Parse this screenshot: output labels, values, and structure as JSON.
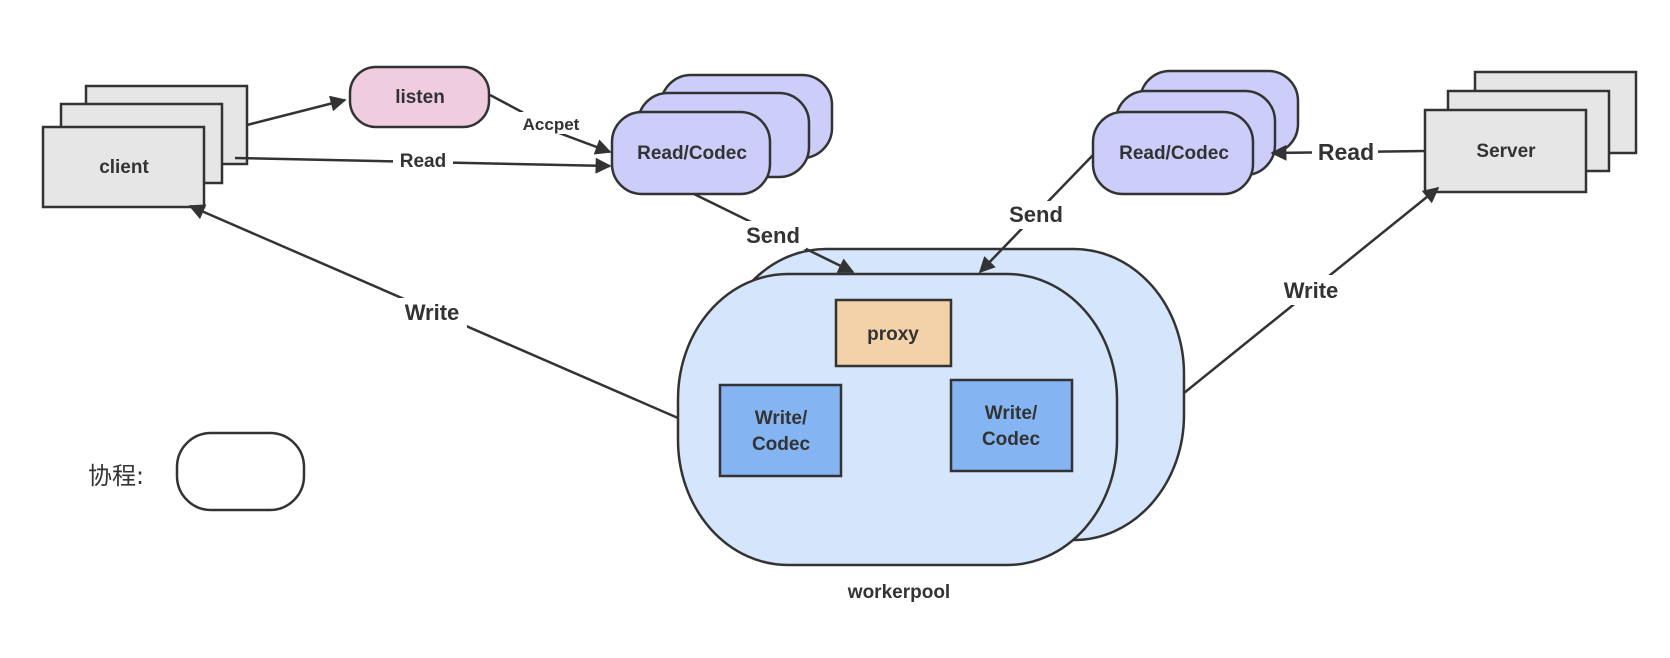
{
  "nodes": {
    "client": "client",
    "listen": "listen",
    "read_codec_left": "Read/Codec",
    "read_codec_right": "Read/Codec",
    "server": "Server",
    "proxy": "proxy",
    "write_codec_left": [
      "Write/",
      "Codec"
    ],
    "write_codec_right": [
      "Write/",
      "Codec"
    ],
    "workerpool": "workerpool"
  },
  "edges": {
    "client_to_listen": "",
    "accept": "Accpet",
    "read_left": "Read",
    "send_left": "Send",
    "send_right": "Send",
    "read_right": "Read",
    "write_left": "Write",
    "write_right": "Write"
  },
  "legend": {
    "label": "协程:"
  },
  "colors": {
    "stroke": "#333333",
    "gray_box": "#e6e6e6",
    "listen_fill": "#efcce0",
    "codec_fill": "#cccdf8",
    "pool_fill": "#d5e5fb",
    "proxy_fill": "#f3d1a9",
    "write_codec_fill": "#84b5f2",
    "legend_fill": "#ffffff"
  }
}
